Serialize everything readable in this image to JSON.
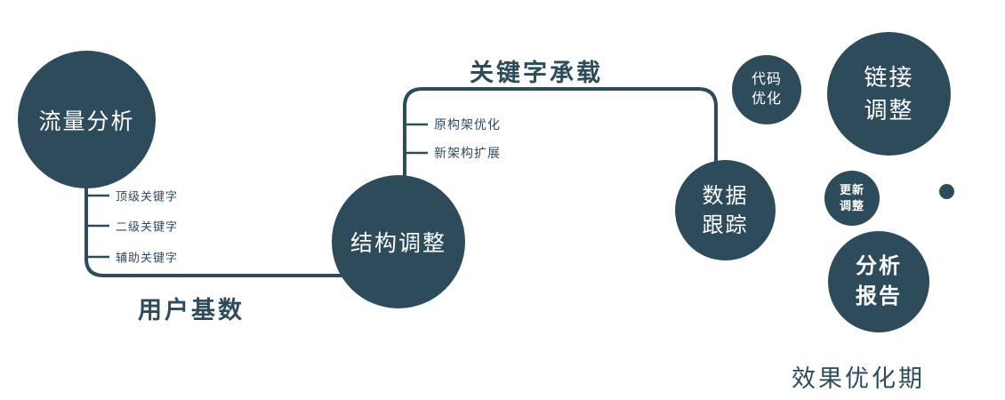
{
  "colors": {
    "primary": "#2e4b5c",
    "node_text": "#ffffff",
    "background": "#ffffff"
  },
  "nodes": {
    "traffic": {
      "label": "流量分析"
    },
    "structure": {
      "label": "结构调整"
    },
    "tracking": {
      "line1": "数据",
      "line2": "跟踪"
    },
    "code": {
      "line1": "代码",
      "line2": "优化"
    },
    "link": {
      "line1": "链接",
      "line2": "调整"
    },
    "update": {
      "line1": "更新",
      "line2": "调整"
    },
    "report": {
      "line1": "分析",
      "line2": "报告"
    }
  },
  "edge_labels": {
    "user_base": "用户基数",
    "keyword_load": "关键字承载"
  },
  "branch_labels": {
    "traffic": [
      "顶级关键字",
      "二级关键字",
      "辅助关键字"
    ],
    "structure": [
      "原构架优化",
      "新架构扩展"
    ]
  },
  "caption": {
    "label": "效果优化期"
  }
}
